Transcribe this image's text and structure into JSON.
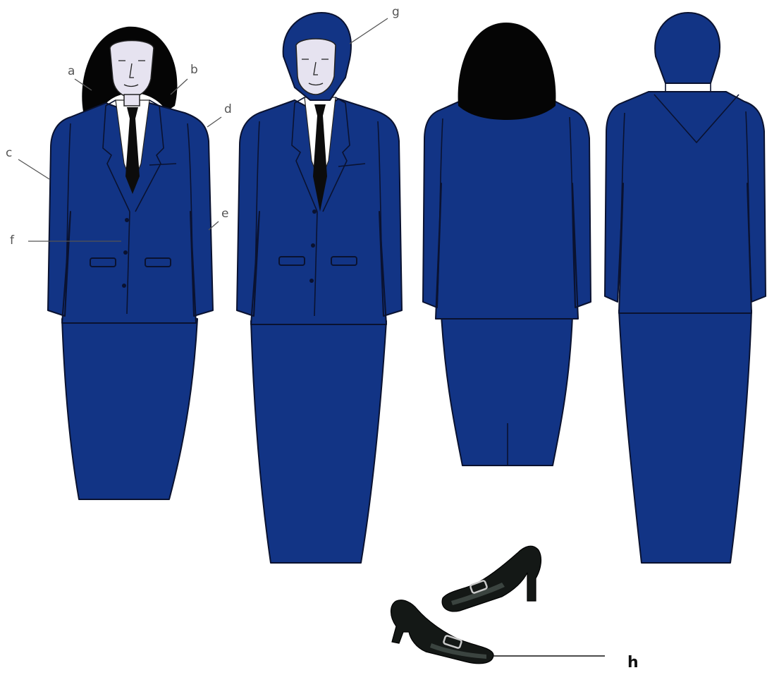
{
  "labels": {
    "a": "a",
    "b": "b",
    "c": "c",
    "d": "d",
    "e": "e",
    "f": "f",
    "g": "g",
    "h": "h"
  },
  "figures": [
    {
      "id": "front-hair",
      "view": "front",
      "head": "hair"
    },
    {
      "id": "front-hijab",
      "view": "front",
      "head": "hijab"
    },
    {
      "id": "back-hair",
      "view": "back",
      "head": "hair"
    },
    {
      "id": "back-hijab",
      "view": "back",
      "head": "hijab"
    }
  ],
  "colors": {
    "suit": "#123485",
    "outline": "#0a1230",
    "hair": "#050505",
    "skin": "#e6e3f0",
    "shirt": "#ffffff",
    "tie": "#0c0c0c",
    "shoe": "#141816"
  }
}
